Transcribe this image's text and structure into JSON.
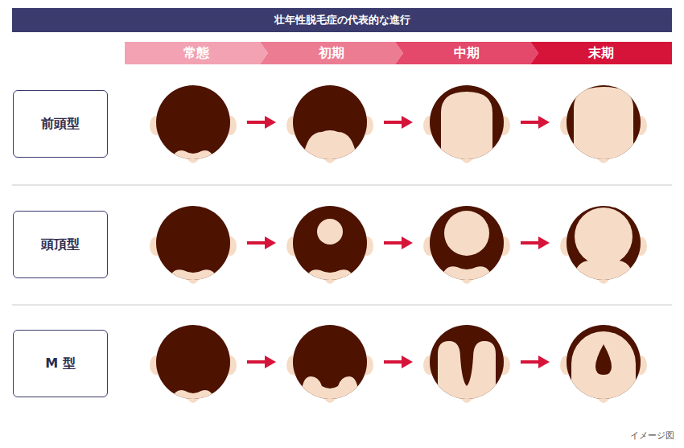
{
  "diagram": {
    "title": "壮年性脱毛症の代表的な進行",
    "caption": "イメージ図",
    "nodes": [
      {
        "text": [
          "常態"
        ]
      },
      {
        "text": [
          "初期"
        ]
      },
      {
        "text": [
          "中期"
        ]
      },
      {
        "text": [
          "末期"
        ]
      },
      {
        "text": [
          "前頭型"
        ]
      },
      {
        "text": [
          "頭頂型"
        ]
      },
      {
        "text": [
          "M 型"
        ]
      }
    ]
  }
}
